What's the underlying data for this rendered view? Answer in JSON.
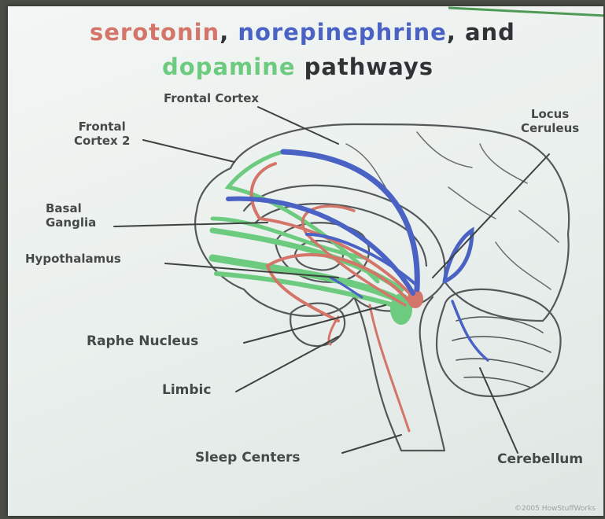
{
  "title": {
    "serotonin": "serotonin",
    "sep1": ", ",
    "norepinephrine": "norepinephrine",
    "sep2": ", and",
    "dopamine": "dopamine",
    "pathways": " pathways"
  },
  "colors": {
    "serotonin": "#d4756a",
    "norepinephrine": "#4a62c4",
    "dopamine": "#6ccb7e",
    "outline": "#55585a",
    "leader": "#3e423f"
  },
  "labels": {
    "frontal_cortex": "Frontal Cortex",
    "frontal_cortex_2_line1": "Frontal",
    "frontal_cortex_2_line2": "Cortex 2",
    "locus_ceruleus_line1": "Locus",
    "locus_ceruleus_line2": "Ceruleus",
    "basal_ganglia_line1": "Basal",
    "basal_ganglia_line2": "Ganglia",
    "hypothalamus": "Hypothalamus",
    "raphe_nucleus": "Raphe Nucleus",
    "limbic": "Limbic",
    "sleep_centers": "Sleep Centers",
    "cerebellum": "Cerebellum"
  },
  "copyright": "©2005 HowStuffWorks"
}
